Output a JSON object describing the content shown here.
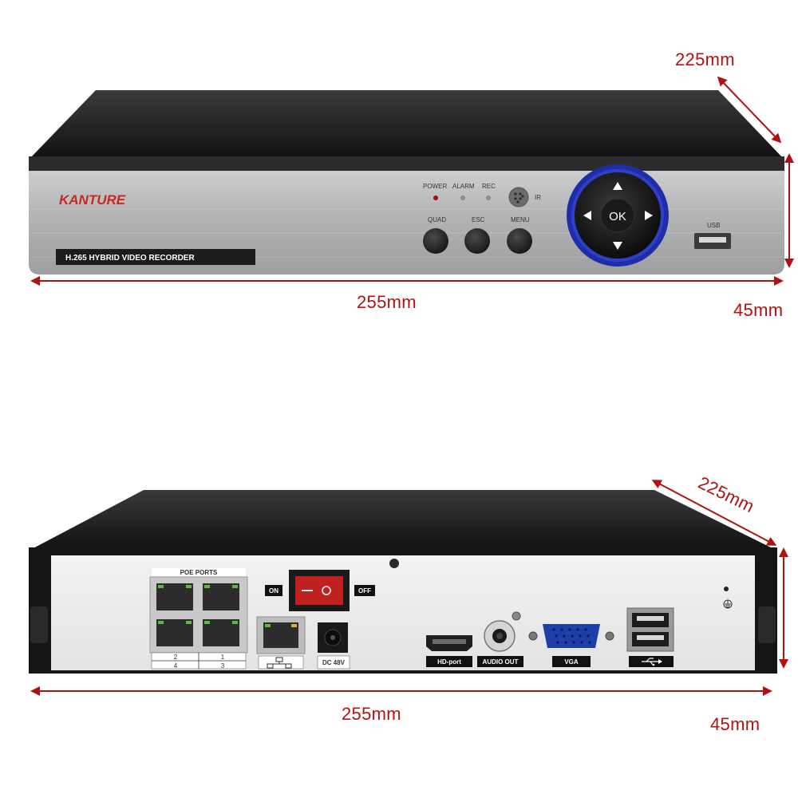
{
  "dimensions": {
    "front_depth": "225mm",
    "front_width": "255mm",
    "front_height": "45mm",
    "back_depth": "225mm",
    "back_width": "255mm",
    "back_height": "45mm"
  },
  "front_panel": {
    "brand": "KANTURE",
    "model_caption": "H.265 HYBRID VIDEO RECORDER",
    "indicator_labels": [
      "POWER",
      "ALARM",
      "REC"
    ],
    "ir_label": "IR",
    "button_labels": [
      "QUAD",
      "ESC",
      "MENU"
    ],
    "nav_ok_label": "OK",
    "usb_label": "USB"
  },
  "rear_panel": {
    "poe_header": "POE  PORTS",
    "poe_port_numbers_top": [
      "2",
      "1"
    ],
    "poe_port_numbers_bottom": [
      "4",
      "3"
    ],
    "switch_on_label": "ON",
    "switch_off_label": "OFF",
    "power_label": "DC 48V",
    "hdmi_label": "HD-port",
    "audio_label": "AUDIO OUT",
    "vga_label": "VGA"
  },
  "colors": {
    "dimension_red": "#b01212",
    "device_top": "#1f1f21",
    "front_panel_silver": "#b9babc",
    "brand_red": "#c8281e",
    "nav_ring_blue": "#2a3ad6"
  }
}
